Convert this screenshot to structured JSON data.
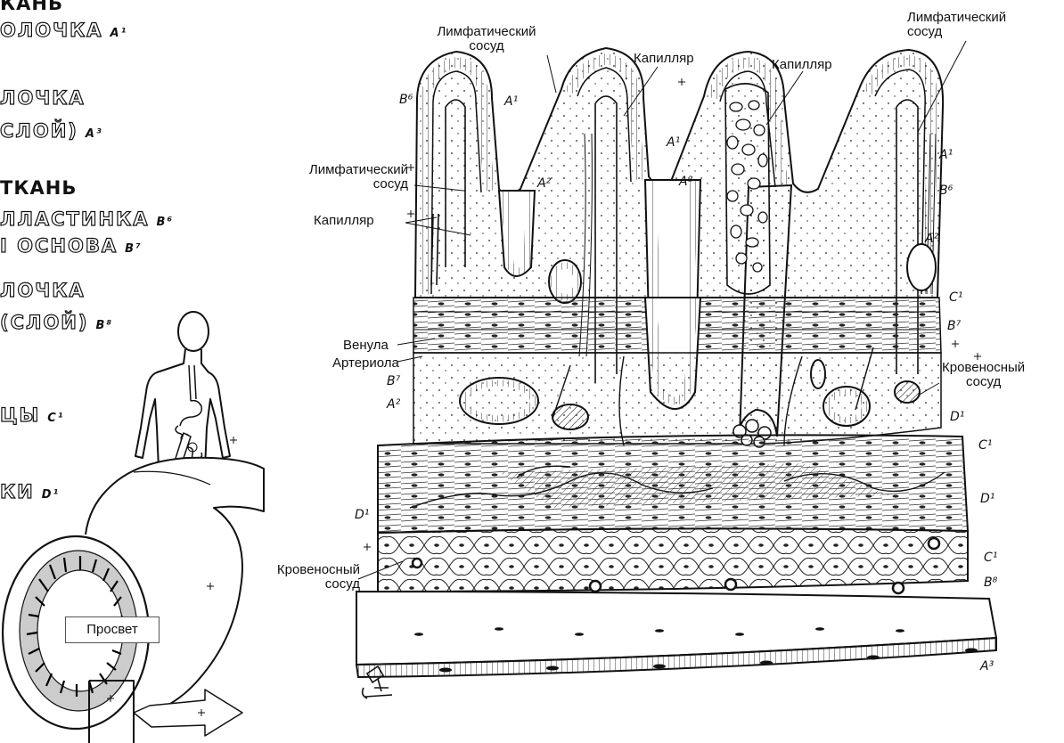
{
  "legend": {
    "lines": [
      {
        "id": "l1",
        "text": "КАНЬ",
        "style": "title"
      },
      {
        "id": "l2",
        "text": "ОЛОЧКА",
        "sup": "A¹",
        "style": "outline"
      },
      {
        "id": "l3",
        "text": "ЛОЧКА",
        "style": "outline"
      },
      {
        "id": "l4",
        "text": "СЛОЙ)",
        "sup": "A³",
        "style": "outline"
      },
      {
        "id": "l5",
        "text": "ТКАНЬ",
        "style": "title"
      },
      {
        "id": "l6",
        "text": "ЛЛАСТИНКА",
        "sup": "B⁶",
        "style": "outline"
      },
      {
        "id": "l7",
        "text": "I ОСНОВА",
        "sup": "B⁷",
        "style": "outline"
      },
      {
        "id": "l8",
        "text": "ЛОЧКА",
        "style": "outline"
      },
      {
        "id": "l9",
        "text": "(СЛОЙ)",
        "sup": "B⁸",
        "style": "outline"
      },
      {
        "id": "l10",
        "text": "ЦЫ",
        "sup": "C¹",
        "style": "outline"
      },
      {
        "id": "l11",
        "text": "КИ",
        "sup": "D¹",
        "style": "outline"
      }
    ]
  },
  "lumen_label": "Просвет",
  "labels": {
    "lymph_top_center": "Лимфатический\nсосуд",
    "lymph_top_right": "Лимфатический\nсосуд",
    "lymph_left": "Лимфатический\nсосуд",
    "capillary_top_1": "Капилляр",
    "capillary_top_2": "Капилляр",
    "capillary_left": "Капилляр",
    "venule": "Венула",
    "arteriole": "Артериола",
    "blood_vessel_right": "Кровеносный\nсосуд",
    "blood_vessel_left": "Кровеносный\nсосуд"
  },
  "markers": {
    "a1_top": "A¹",
    "a1_mid": "A¹",
    "a1_right": "A¹",
    "a2_left": "A²",
    "a2_mid": "A²",
    "a2_right": "A²",
    "a2_low": "A²",
    "b6_left": "B⁶",
    "b6_right": "B⁶",
    "b7_right": "B⁷",
    "b7_left": "B⁷",
    "c1_right": "C¹",
    "c1_mid": "C¹",
    "c1_low": "C¹",
    "d1_right": "D¹",
    "d1_mid": "D¹",
    "d1_left": "D¹",
    "b8": "B⁸",
    "a3": "A³"
  },
  "colors": {
    "ink": "#111111",
    "paper": "#ffffff",
    "hatch": "#333333"
  }
}
